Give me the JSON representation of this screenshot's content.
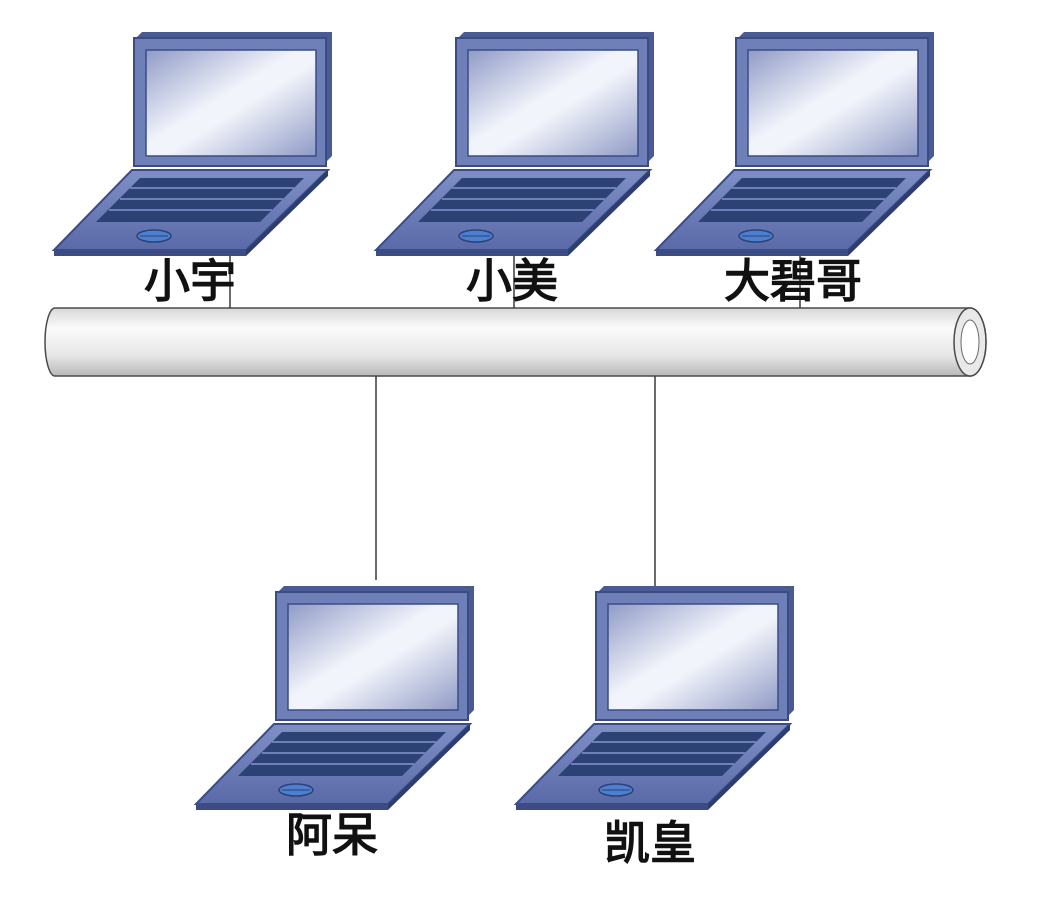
{
  "diagram": {
    "type": "bus-network",
    "bus": {
      "name": "network-bus"
    },
    "nodes": [
      {
        "id": "xiaoyu",
        "label": "小宇",
        "position": "top"
      },
      {
        "id": "xiaomei",
        "label": "小美",
        "position": "top"
      },
      {
        "id": "dabige",
        "label": "大碧哥",
        "position": "top"
      },
      {
        "id": "adai",
        "label": "阿呆",
        "position": "bottom"
      },
      {
        "id": "kaihuang",
        "label": "凯皇",
        "position": "bottom"
      }
    ],
    "colors": {
      "laptop_body": "#6f7fb8",
      "laptop_dark": "#2c4274",
      "screen_light": "#f2f4fb",
      "screen_mid": "#8f9bc6",
      "bus_light": "#f7f7f7",
      "bus_dark": "#bdbdbd",
      "line": "#3a3a3a"
    }
  }
}
